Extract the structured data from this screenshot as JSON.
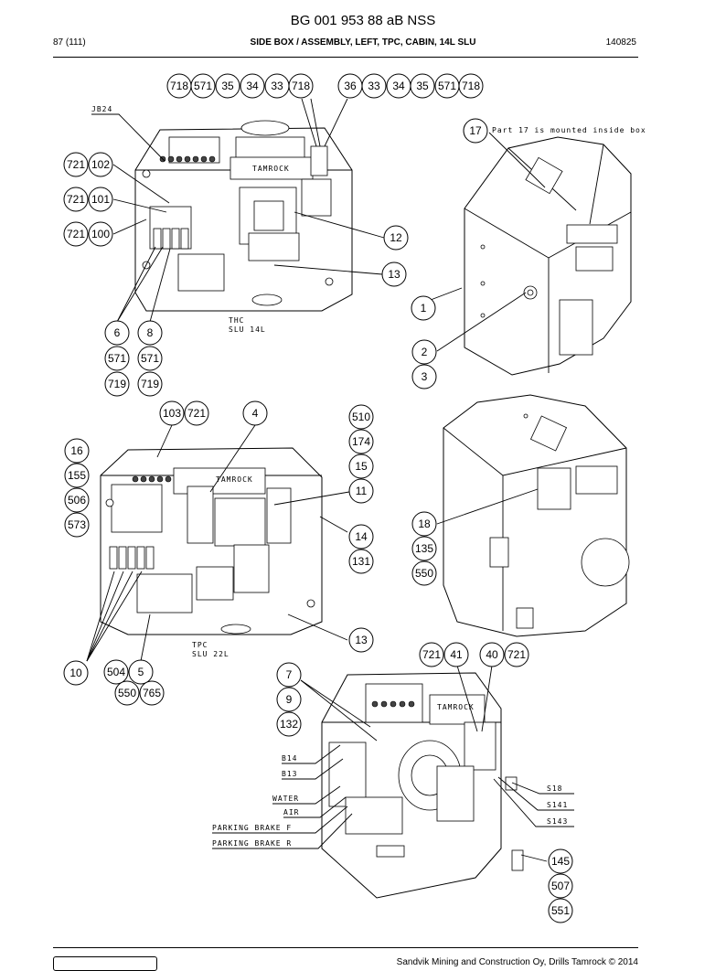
{
  "header": {
    "title": "BG 001 953 88 aB NSS",
    "page": "87 (111)",
    "subtitle": "SIDE BOX / ASSEMBLY, LEFT, TPC, CABIN, 14L SLU",
    "code": "140825"
  },
  "footer": {
    "copyright": "Sandvik Mining and Construction Oy, Drills Tamrock © 2014"
  },
  "labels": {
    "jb24": "JB24",
    "part17": "Part 17 is mounted inside box",
    "thc": "THC",
    "slu14": "SLU 14L",
    "tpc": "TPC",
    "slu22": "SLU 22L",
    "b14": "B14",
    "b13": "B13",
    "water": "WATER",
    "air": "AIR",
    "pbf": "PARKING BRAKE F",
    "pbr": "PARKING BRAKE R",
    "s18": "S18",
    "s141": "S141",
    "s143": "S143",
    "tamrock": "TAMROCK"
  },
  "callouts": {
    "c718a": "718",
    "c571a": "571",
    "c35a": "35",
    "c34a": "34",
    "c33a": "33",
    "c718b": "718",
    "c36": "36",
    "c33b": "33",
    "c34b": "34",
    "c35b": "35",
    "c571b": "571",
    "c718c": "718",
    "c17": "17",
    "c721a": "721",
    "c102": "102",
    "c721b": "721",
    "c101": "101",
    "c721c": "721",
    "c100": "100",
    "c12": "12",
    "c13a": "13",
    "c1": "1",
    "c6": "6",
    "c8": "8",
    "c571c": "571",
    "c571d": "571",
    "c719a": "719",
    "c719b": "719",
    "c2": "2",
    "c3": "3",
    "c103": "103",
    "c721d": "721",
    "c4": "4",
    "c510": "510",
    "c174": "174",
    "c15": "15",
    "c11": "11",
    "c16": "16",
    "c155": "155",
    "c506": "506",
    "c573": "573",
    "c14": "14",
    "c131": "131",
    "c18": "18",
    "c135": "135",
    "c550a": "550",
    "c13b": "13",
    "c721e": "721",
    "c41": "41",
    "c40": "40",
    "c721f": "721",
    "c10": "10",
    "c504": "504",
    "c5": "5",
    "c550b": "550",
    "c765": "765",
    "c7": "7",
    "c9": "9",
    "c132": "132",
    "c145": "145",
    "c507": "507",
    "c551": "551"
  }
}
